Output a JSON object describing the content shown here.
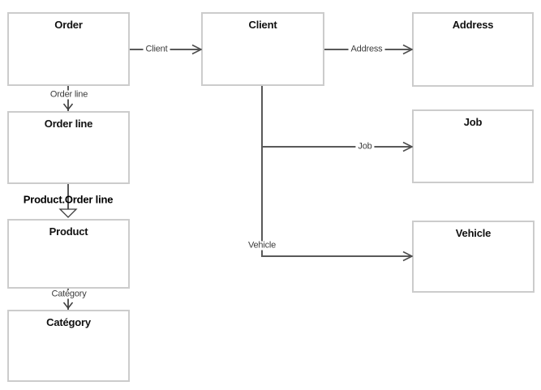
{
  "nodes": {
    "order": {
      "title": "Order"
    },
    "client": {
      "title": "Client"
    },
    "address": {
      "title": "Address"
    },
    "order_line": {
      "title": "Order line"
    },
    "job": {
      "title": "Job"
    },
    "product": {
      "title": "Product"
    },
    "vehicle": {
      "title": "Vehicle"
    },
    "category": {
      "title": "Catégory"
    }
  },
  "edges": {
    "order_to_client": {
      "label": "Client"
    },
    "client_to_address": {
      "label": "Address"
    },
    "order_to_order_line": {
      "label": "Order line"
    },
    "order_line_to_product": {
      "label": "Product.Order line"
    },
    "client_to_job": {
      "label": "Job"
    },
    "client_to_vehicle": {
      "label": "Vehicle"
    },
    "product_to_category": {
      "label": "Catégory"
    }
  },
  "colors": {
    "canvas_background": "#ffffff",
    "node_fill": "#ffffff",
    "node_border": "#cccccc",
    "connector": "#595959",
    "title_text": "#111111",
    "label_text": "#3d3d3d"
  }
}
